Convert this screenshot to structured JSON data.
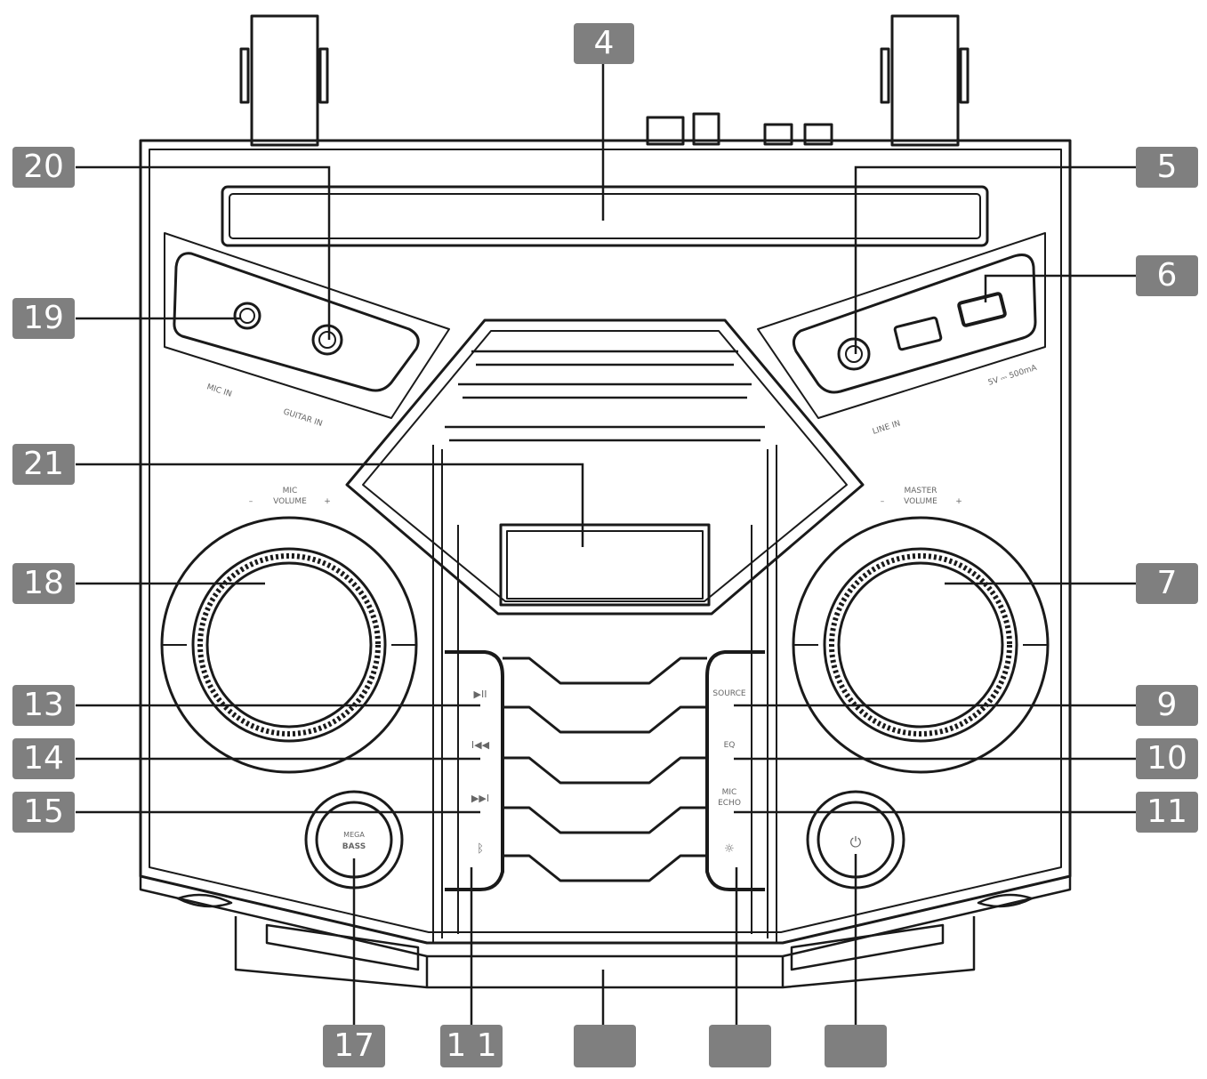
{
  "callouts": {
    "c4": "4",
    "c5": "5",
    "c6": "6",
    "c7": "7",
    "c9": "9",
    "c10": "10",
    "c11": "11",
    "c13": "13",
    "c14": "14",
    "c15": "15",
    "c17": "17",
    "c18": "18",
    "c19": "19",
    "c20": "20",
    "c21": "21",
    "c_b2": "1 1",
    "c_b3": "",
    "c_b4": "",
    "c_b5": ""
  },
  "panel_labels": {
    "mic_in": "MIC IN",
    "guitar_in": "GUITAR IN",
    "line_in": "LINE IN",
    "usb_power": "5V ⎓ 500mA",
    "mic_volume_line1": "MIC",
    "mic_volume_line2": "VOLUME",
    "master_volume_line1": "MASTER",
    "master_volume_line2": "VOLUME",
    "minus": "–",
    "plus": "+",
    "source": "SOURCE",
    "eq": "EQ",
    "mic_echo_line1": "MIC",
    "mic_echo_line2": "ECHO",
    "mega_bass_line1": "MEGA",
    "mega_bass_line2": "BASS",
    "play_pause": "▶II",
    "prev": "I◀◀",
    "next": "▶▶I",
    "bluetooth": "ᛒ",
    "light": "☼",
    "power": "⏻"
  },
  "colors": {
    "line": "#1a1a1a",
    "callout_bg": "#7f7f7f",
    "callout_text": "#ffffff"
  }
}
